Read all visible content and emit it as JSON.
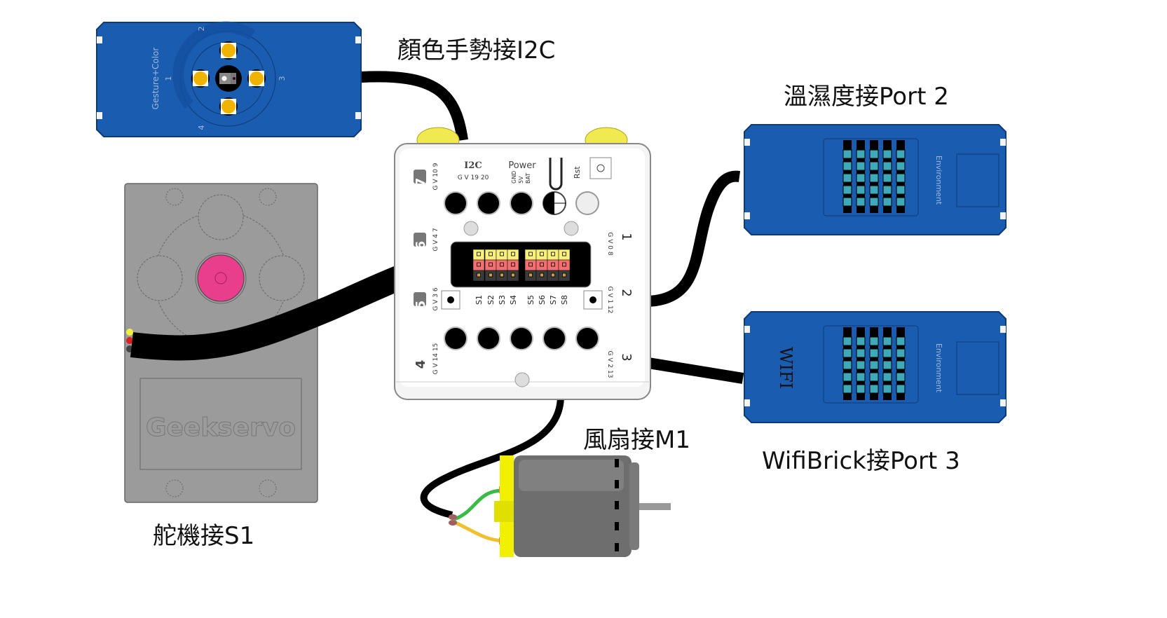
{
  "labels": {
    "gesture": "顏色手勢接I2C",
    "temp_humidity": "溫濕度接Port 2",
    "servo": "舵機接S1",
    "fan": "風扇接M1",
    "wifi": "WifiBrick接Port 3"
  },
  "gesture_module": {
    "title": "Gesture+Color",
    "directions": [
      "1",
      "2",
      "3",
      "4"
    ]
  },
  "servo_module": {
    "brand": "Geekservo"
  },
  "env_module": {
    "label": "Environment"
  },
  "wifi_module": {
    "label": "Environment",
    "name": "WIFI"
  },
  "controller": {
    "i2c_title": "I2C",
    "i2c_pins": "G V 19 20",
    "power_title": "Power",
    "power_pins": [
      "GND",
      "5V",
      "BAT"
    ],
    "rst": "Rst",
    "ports_left": [
      {
        "num": "7",
        "pins": "G V 10 9"
      },
      {
        "num": "6",
        "pins": "G V 4 7"
      },
      {
        "num": "5",
        "pins": "G V 3 6"
      },
      {
        "num": "4",
        "pins": "G V 14 15"
      }
    ],
    "ports_right": [
      {
        "num": "1",
        "pins": "G V 0 8"
      },
      {
        "num": "2",
        "pins": "G V 1 12"
      },
      {
        "num": "3",
        "pins": "G V 2 13"
      }
    ],
    "servo_headers": [
      "S1",
      "S2",
      "S3",
      "S4",
      "S5",
      "S6",
      "S7",
      "S8"
    ]
  },
  "colors": {
    "module_blue": "#1a5cb0",
    "servo_gray": "#9b9b9b",
    "servo_pink": "#e83e8c",
    "cable": "#000000",
    "header_yellow": "#f7f07a",
    "header_red": "#f47070",
    "header_black": "#3a3a3a",
    "motor_yellow": "#f0f000",
    "motor_gray": "#6e6e6e"
  }
}
